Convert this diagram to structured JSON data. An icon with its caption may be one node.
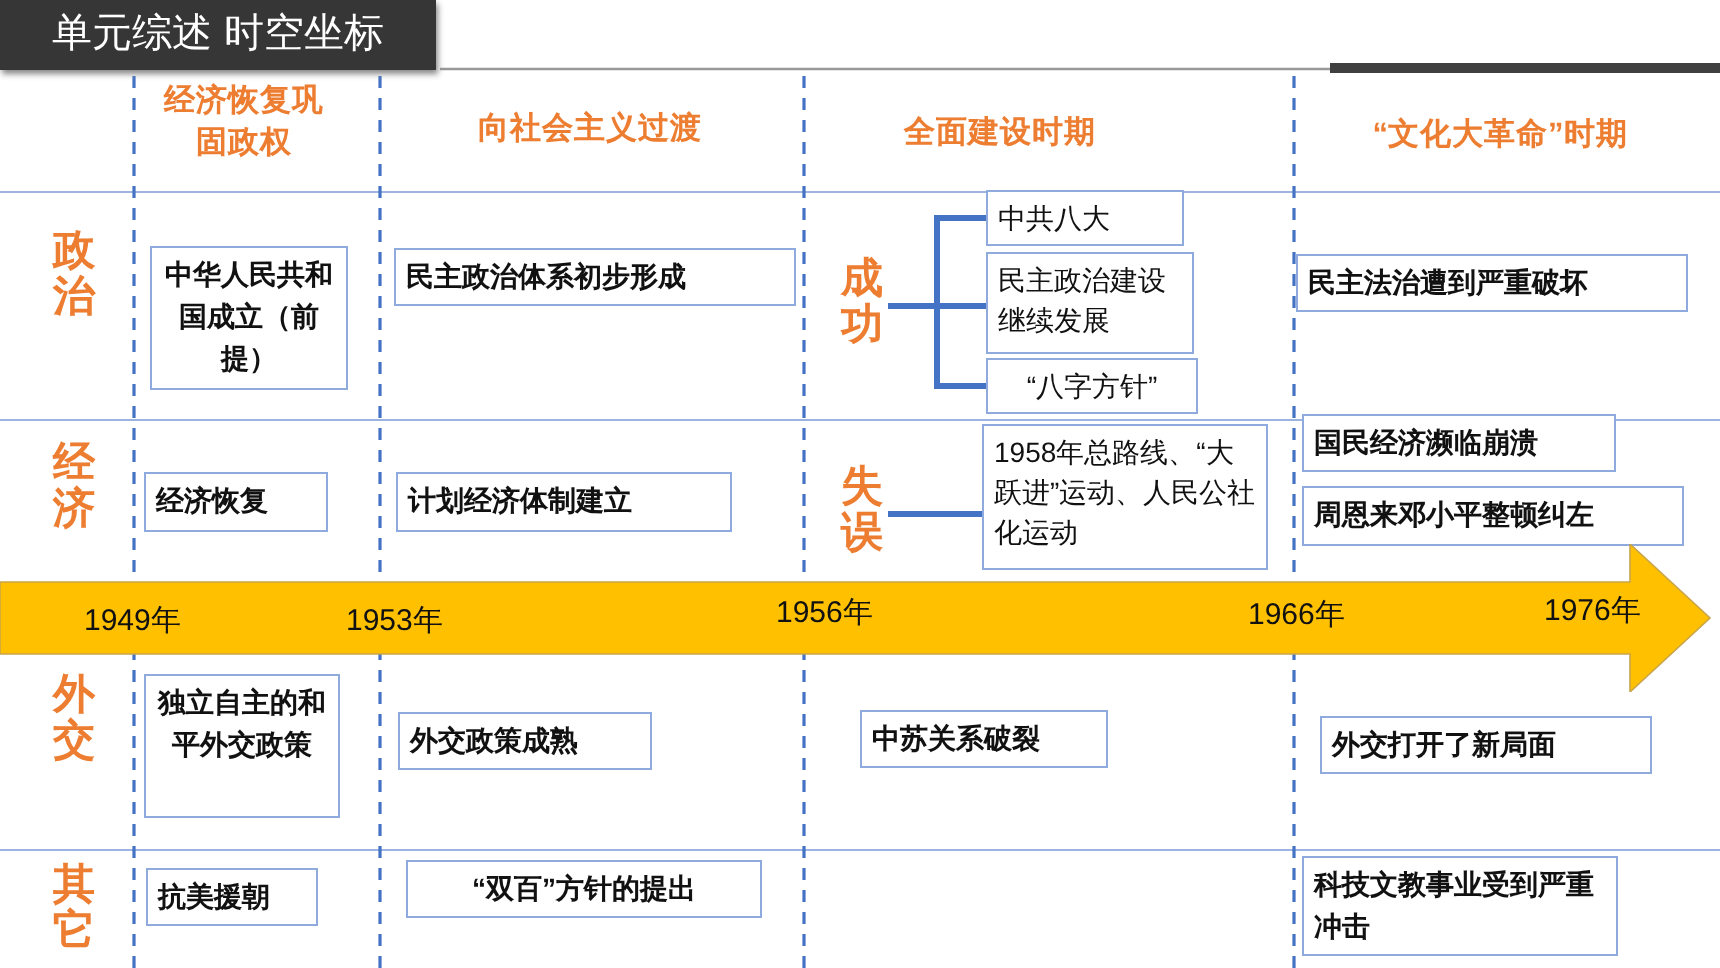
{
  "diagram": {
    "title": "单元综述 时空坐标",
    "nodes": [
      {
        "text": [
          "中华人民共和国成立（前提）"
        ]
      },
      {
        "text": [
          "民主政治体系初步形成"
        ]
      },
      {
        "text": [
          "成功"
        ]
      },
      {
        "text": [
          "中共八大"
        ]
      },
      {
        "text": [
          "民主政治建设继续发展"
        ]
      },
      {
        "text": [
          "“八字方针”"
        ]
      },
      {
        "text": [
          "民主法治遭到严重破坏"
        ]
      },
      {
        "text": [
          "经济恢复"
        ]
      },
      {
        "text": [
          "计划经济体制建立"
        ]
      },
      {
        "text": [
          "失误"
        ]
      },
      {
        "text": [
          "1958年总路线、“大跃进”运动、人民公社化运动"
        ]
      },
      {
        "text": [
          "国民经济濒临崩溃"
        ]
      },
      {
        "text": [
          "周恩来邓小平整顿纠左"
        ]
      },
      {
        "text": [
          "1949年",
          "1953年",
          "1956年",
          "1966年",
          "1976年"
        ]
      },
      {
        "text": [
          "独立自主的和平外交政策"
        ]
      },
      {
        "text": [
          "外交政策成熟"
        ]
      },
      {
        "text": [
          "中苏关系破裂"
        ]
      },
      {
        "text": [
          "外交打开了新局面"
        ]
      },
      {
        "text": [
          "抗美援朝"
        ]
      },
      {
        "text": [
          "“双百”方针的提出"
        ]
      },
      {
        "text": [
          "科技文教事业受到严重冲击"
        ]
      }
    ],
    "edges": [
      {
        "from": 2,
        "to": 3,
        "arrow": "none"
      },
      {
        "from": 2,
        "to": 4,
        "arrow": "none"
      },
      {
        "from": 2,
        "to": 5,
        "arrow": "none"
      },
      {
        "from": 9,
        "to": 10,
        "arrow": "none"
      }
    ],
    "labels": [
      "经济恢复巩固政权",
      "向社会主义过渡",
      "全面建设时期",
      "“文化大革命”时期",
      "政治",
      "经济",
      "外交",
      "其它"
    ]
  }
}
